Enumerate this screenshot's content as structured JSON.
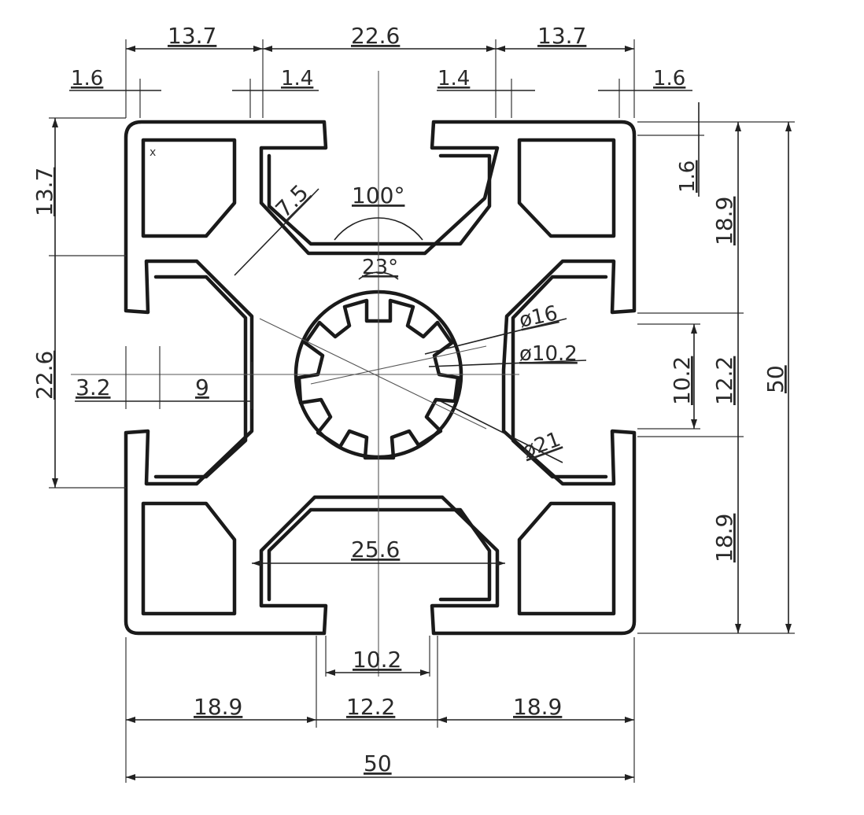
{
  "dimensions": {
    "top_left_slot_width": "13.7",
    "top_center_width": "22.6",
    "top_right_slot_width": "13.7",
    "top_left_wall": "1.6",
    "top_left_lip": "1.4",
    "top_right_lip": "1.4",
    "top_right_wall": "1.6",
    "right_wall_height": "1.6",
    "right_upper": "18.9",
    "right_slot_inner": "10.2",
    "right_slot_outer": "12.2",
    "right_total": "50",
    "right_lower": "18.9",
    "left_upper": "13.7",
    "left_middle": "22.6",
    "left_wall": "3.2",
    "left_depth": "9",
    "radius": "7.5",
    "angle_outer": "100°",
    "angle_inner": "23°",
    "dia_outer": "ø16",
    "dia_inner": "ø10.2",
    "dia_large": "ø21",
    "inner_width": "25.6",
    "bottom_slot_inner": "10.2",
    "bottom_left": "18.9",
    "bottom_center": "12.2",
    "bottom_right": "18.9",
    "bottom_total": "50"
  }
}
